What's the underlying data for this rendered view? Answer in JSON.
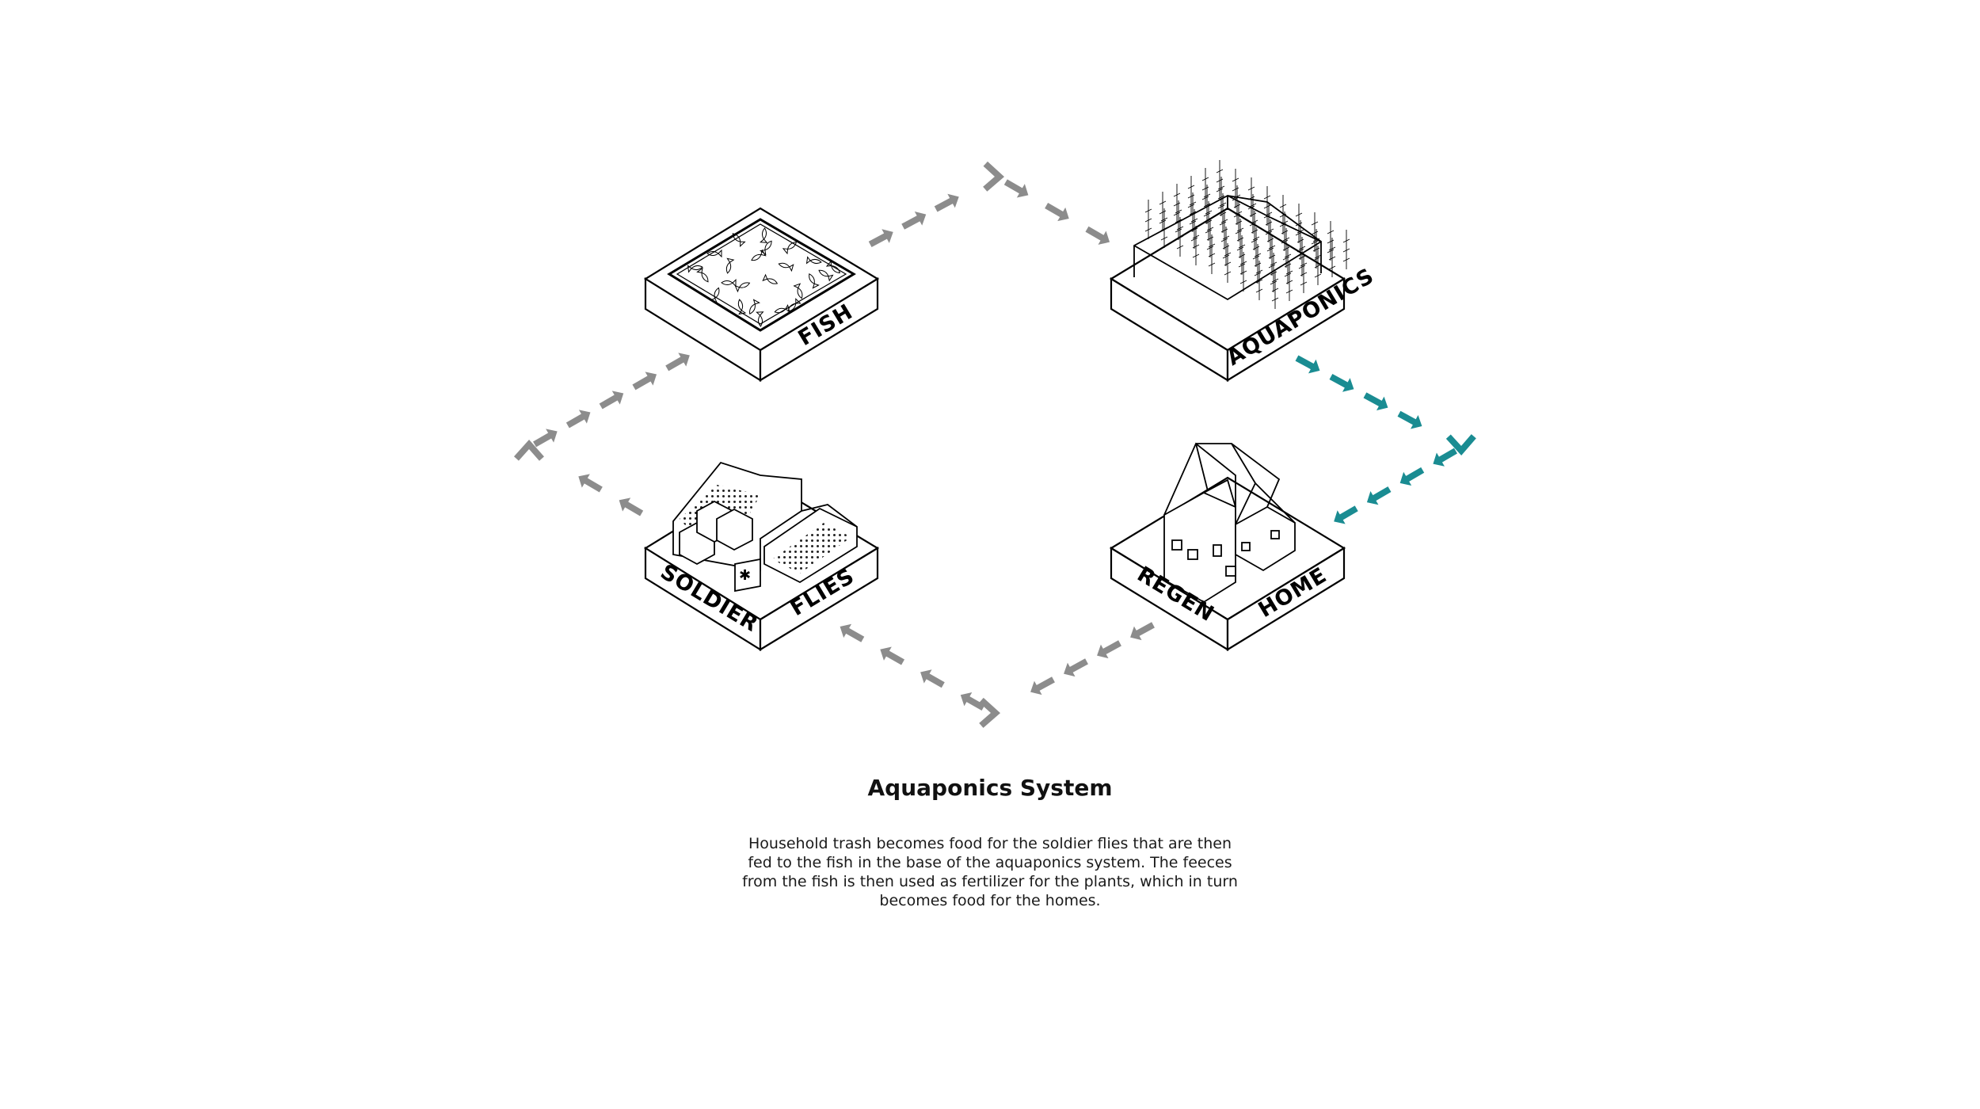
{
  "colors": {
    "arrow_gray": "#8c8c8c",
    "arrow_teal": "#1a8c92",
    "line": "#000000",
    "background": "#ffffff"
  },
  "nodes": {
    "fish": {
      "label": "FISH"
    },
    "aquaponics": {
      "label": "AQUAPONICS"
    },
    "soldier_flies": {
      "label_left": "SOLDIER",
      "label_right": "FLIES"
    },
    "regen_home": {
      "label_left": "REGEN",
      "label_right": "HOME"
    }
  },
  "flows": [
    {
      "from": "fish",
      "to": "aquaponics",
      "color": "arrow_gray"
    },
    {
      "from": "aquaponics",
      "to": "regen_home",
      "color": "arrow_teal"
    },
    {
      "from": "regen_home",
      "to": "soldier_flies",
      "color": "arrow_gray"
    },
    {
      "from": "soldier_flies",
      "to": "fish",
      "color": "arrow_gray"
    }
  ],
  "caption": {
    "title": "Aquaponics System",
    "lines": [
      "Household trash becomes food for the soldier flies that are then",
      "fed to the fish in the base of the aquaponics system. The feeces",
      "from the fish is then used as fertilizer for the plants, which in turn",
      "becomes food for the homes."
    ]
  }
}
